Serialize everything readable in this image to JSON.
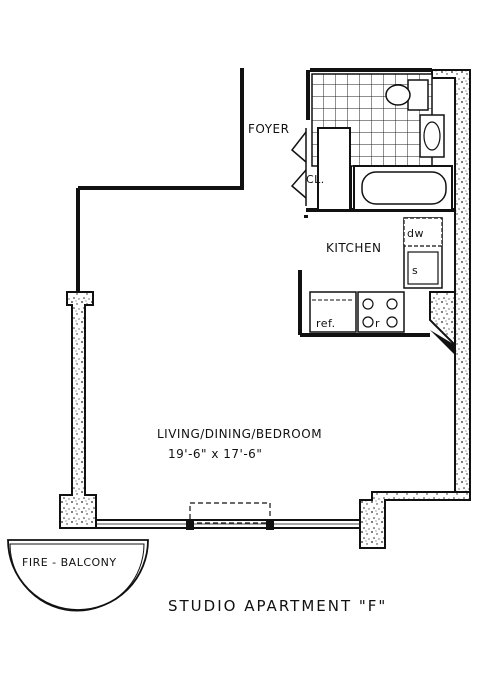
{
  "plan": {
    "title": "STUDIO APARTMENT \"F\"",
    "rooms": {
      "foyer": "FOYER",
      "closet": "CL.",
      "kitchen": "KITCHEN",
      "living": "LIVING/DINING/BEDROOM",
      "living_size": "19'-6\" x 17'-6\"",
      "balcony": "FIRE - BALCONY"
    },
    "fixtures": {
      "dishwasher": "dw",
      "sink": "s",
      "refrigerator": "ref.",
      "range": "r"
    }
  }
}
